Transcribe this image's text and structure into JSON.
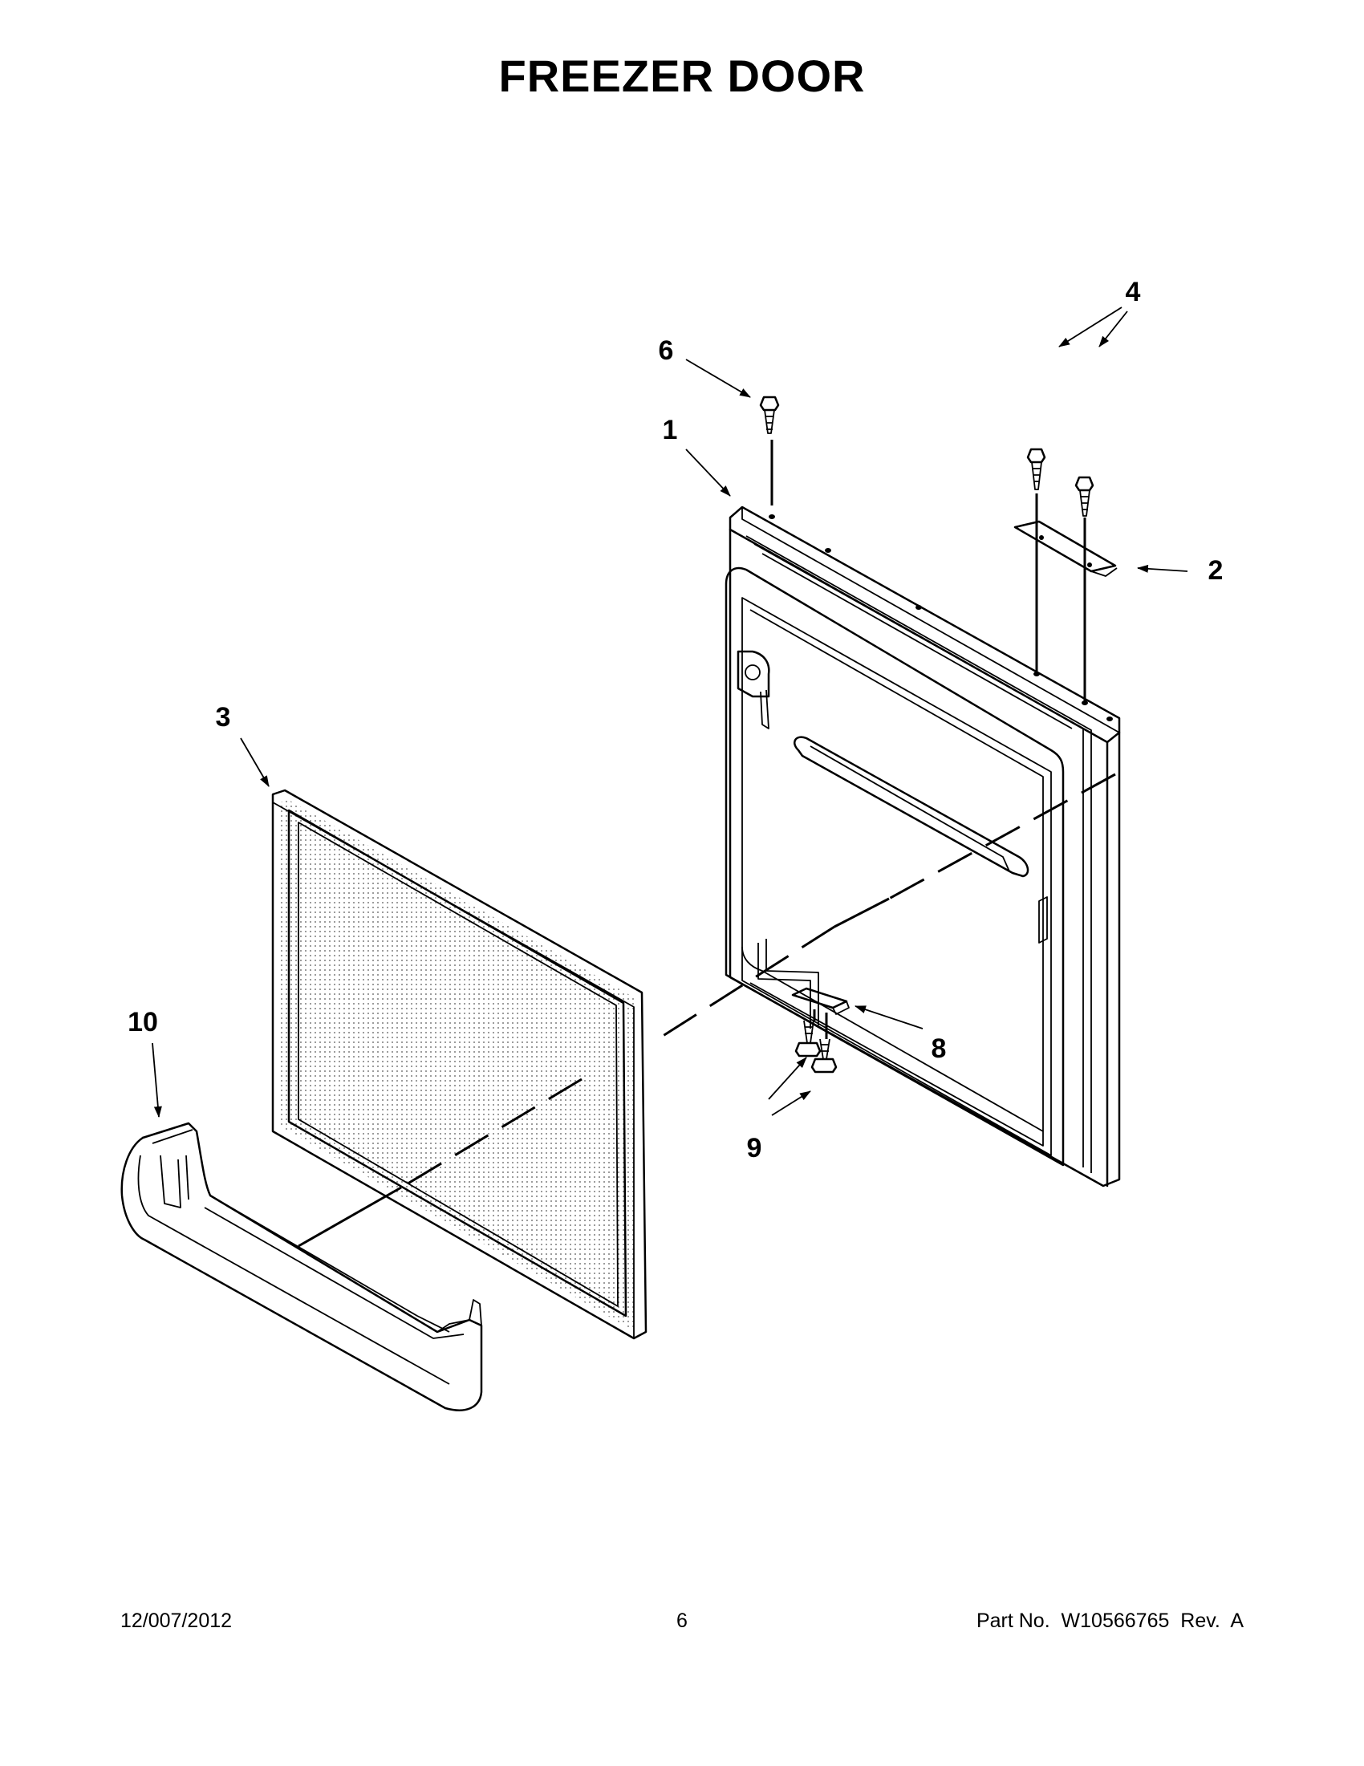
{
  "title": "FREEZER DOOR",
  "callouts": {
    "c1": "1",
    "c2": "2",
    "c3": "3",
    "c4": "4",
    "c6": "6",
    "c8": "8",
    "c9": "9",
    "c10": "10"
  },
  "footer": {
    "date": "12/007/2012",
    "page": "6",
    "part": "Part No.  W10566765  Rev.  A"
  }
}
